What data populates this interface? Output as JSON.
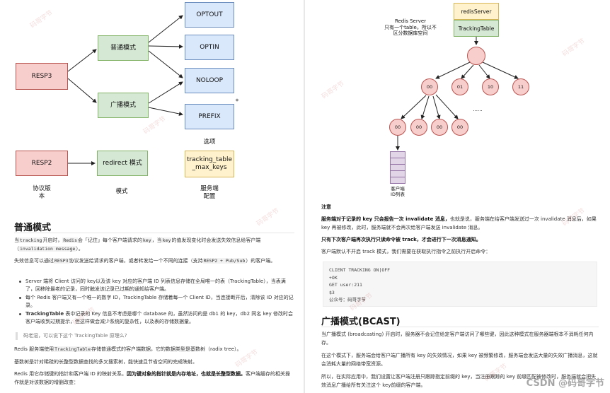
{
  "left": {
    "diagram": {
      "resp3": "RESP3",
      "resp2": "RESP2",
      "mode_normal": "普通模式",
      "mode_broadcast": "广播模式",
      "mode_redirect": "redirect 模式",
      "opt_optout": "OPTOUT",
      "opt_optin": "OPTIN",
      "opt_noloop": "NOLOOP",
      "opt_prefix": "PREFIX",
      "prefix_star": "*",
      "opt_label": "选项",
      "server_config": "tracking_table\n_max_keys",
      "lbl_protocol": "协议版\n本",
      "lbl_mode": "模式",
      "lbl_server": "服务端\n配置"
    },
    "section_title": "普通模式",
    "p1_a": "当",
    "p1_code1": "tracking",
    "p1_b": "开启时，",
    "p1_code2": "Redis",
    "p1_c": "会「记住」每个客户端请求的",
    "p1_code3": "key",
    "p1_d": "，当",
    "p1_code4": "key",
    "p1_e": "的值发现变化时会发送失效信息给客户端（",
    "p1_code5": "invalidation message",
    "p1_f": "）。",
    "p2_a": "失效信息可以通过",
    "p2_code1": "RESP3",
    "p2_b": "协议发送给请求的客户端，或者转发给一个不同的连接（支持",
    "p2_code2": "RESP2 + Pub/Sub",
    "p2_c": "）的客户端。",
    "bullets": [
      "Server 端将 Client 访问的 key以及该 key 对应的客户端 ID 列表信息存储在全局唯一的表（TrackingTable），当表满了，回移除最老的记录，同时触发该记录已过期的通知给客户端。",
      "每个 Redis 客户端又有一个唯一的数字 ID，TrackingTable 存储着每一个 Client ID，当连接断开后，清除该 ID 对应的记录。",
      "TrackingTable 表中记录的 Key 信息不考虑是哪个 database 的，虽然访问的是 db1 的 key，db2 同名 key 修改时会客户端收到过期提示，但这样做会减少系统的复杂性，以及表的存储数据量。"
    ],
    "bullet3_bold": "TrackingTable",
    "quote": "码老湿，可以说下这个 TrackingTable 原理么?",
    "p3_a": "Redis 服务端使用",
    "p3_code": "TrackingTable",
    "p3_b": "存储普通模式的客户端数据，它的数据类型是基数树（radix tree）。",
    "p4": "基数树是针对稀疏的长整型数据查找的多叉搜索树，能快速且节省空间的完成映射。",
    "p5_a": "Redis 用它存储键的指针和客户端 ID 的映射关系。",
    "p5_b": "因为键对象的指针就是内存地址，也就是长整型数据。",
    "p5_c": "客户端缓存的相关操作就是对该数据的增删改查："
  },
  "right": {
    "tree": {
      "server_note": "Redis Server\n只有一个table，所以不\n区分数据库空间",
      "redis_server": "redisServer",
      "tracking_table": "TrackingTable",
      "level1": [
        "00",
        "01",
        "10",
        "11"
      ],
      "level2": [
        "00",
        "00",
        "00",
        "00"
      ],
      "dots": "......",
      "client_id_label": "客户端\nID列表"
    },
    "note_label": "注意",
    "note1_a": "服务端对于记录的 key 只会报告一次 invalidate 消息，",
    "note1_b": "也就是说，服务端在给客户端发送过一次 invalidate 消息后，如果 key 再被修改，此时，服务端就不会再次给客户端发送 invalidate 消息。",
    "note2": "只有下次客户端再次执行只读命令被 track，才会进行下一次消息通知。",
    "note3": "客户端默认不开启 track 模式，我们需要在获取执行指令之前执行开启命令：",
    "code_lines": [
      "CLIENT TRACKING ON|OFF",
      "+OK",
      "GET user:211",
      "$3",
      "公众号：码哥字节"
    ],
    "section_title": "广播模式(BCAST)",
    "p1": "当广播模式 (broadcasting) 开启时，服务器不会记住给定客户端访问了哪些键，因此这种模式在服务器端根本不消耗任何内存。",
    "p2": "在这个模式下，服务端会给客户端广播所有 key 的失效情况，如果 key 被频繁修改，服务端会发送大量的失效广播消息，这就会消耗大量的网络带宽资源。",
    "p3": "所以，在实际应用中，我们设置让客户端注册只跟踪指定前缀的 key，当注册跟踪的 key 前缀匹配被修改时，服务端就会把失效消息广播给所有关注这个 key前缀的客户端。",
    "csdn": "CSDN @码哥字节"
  }
}
